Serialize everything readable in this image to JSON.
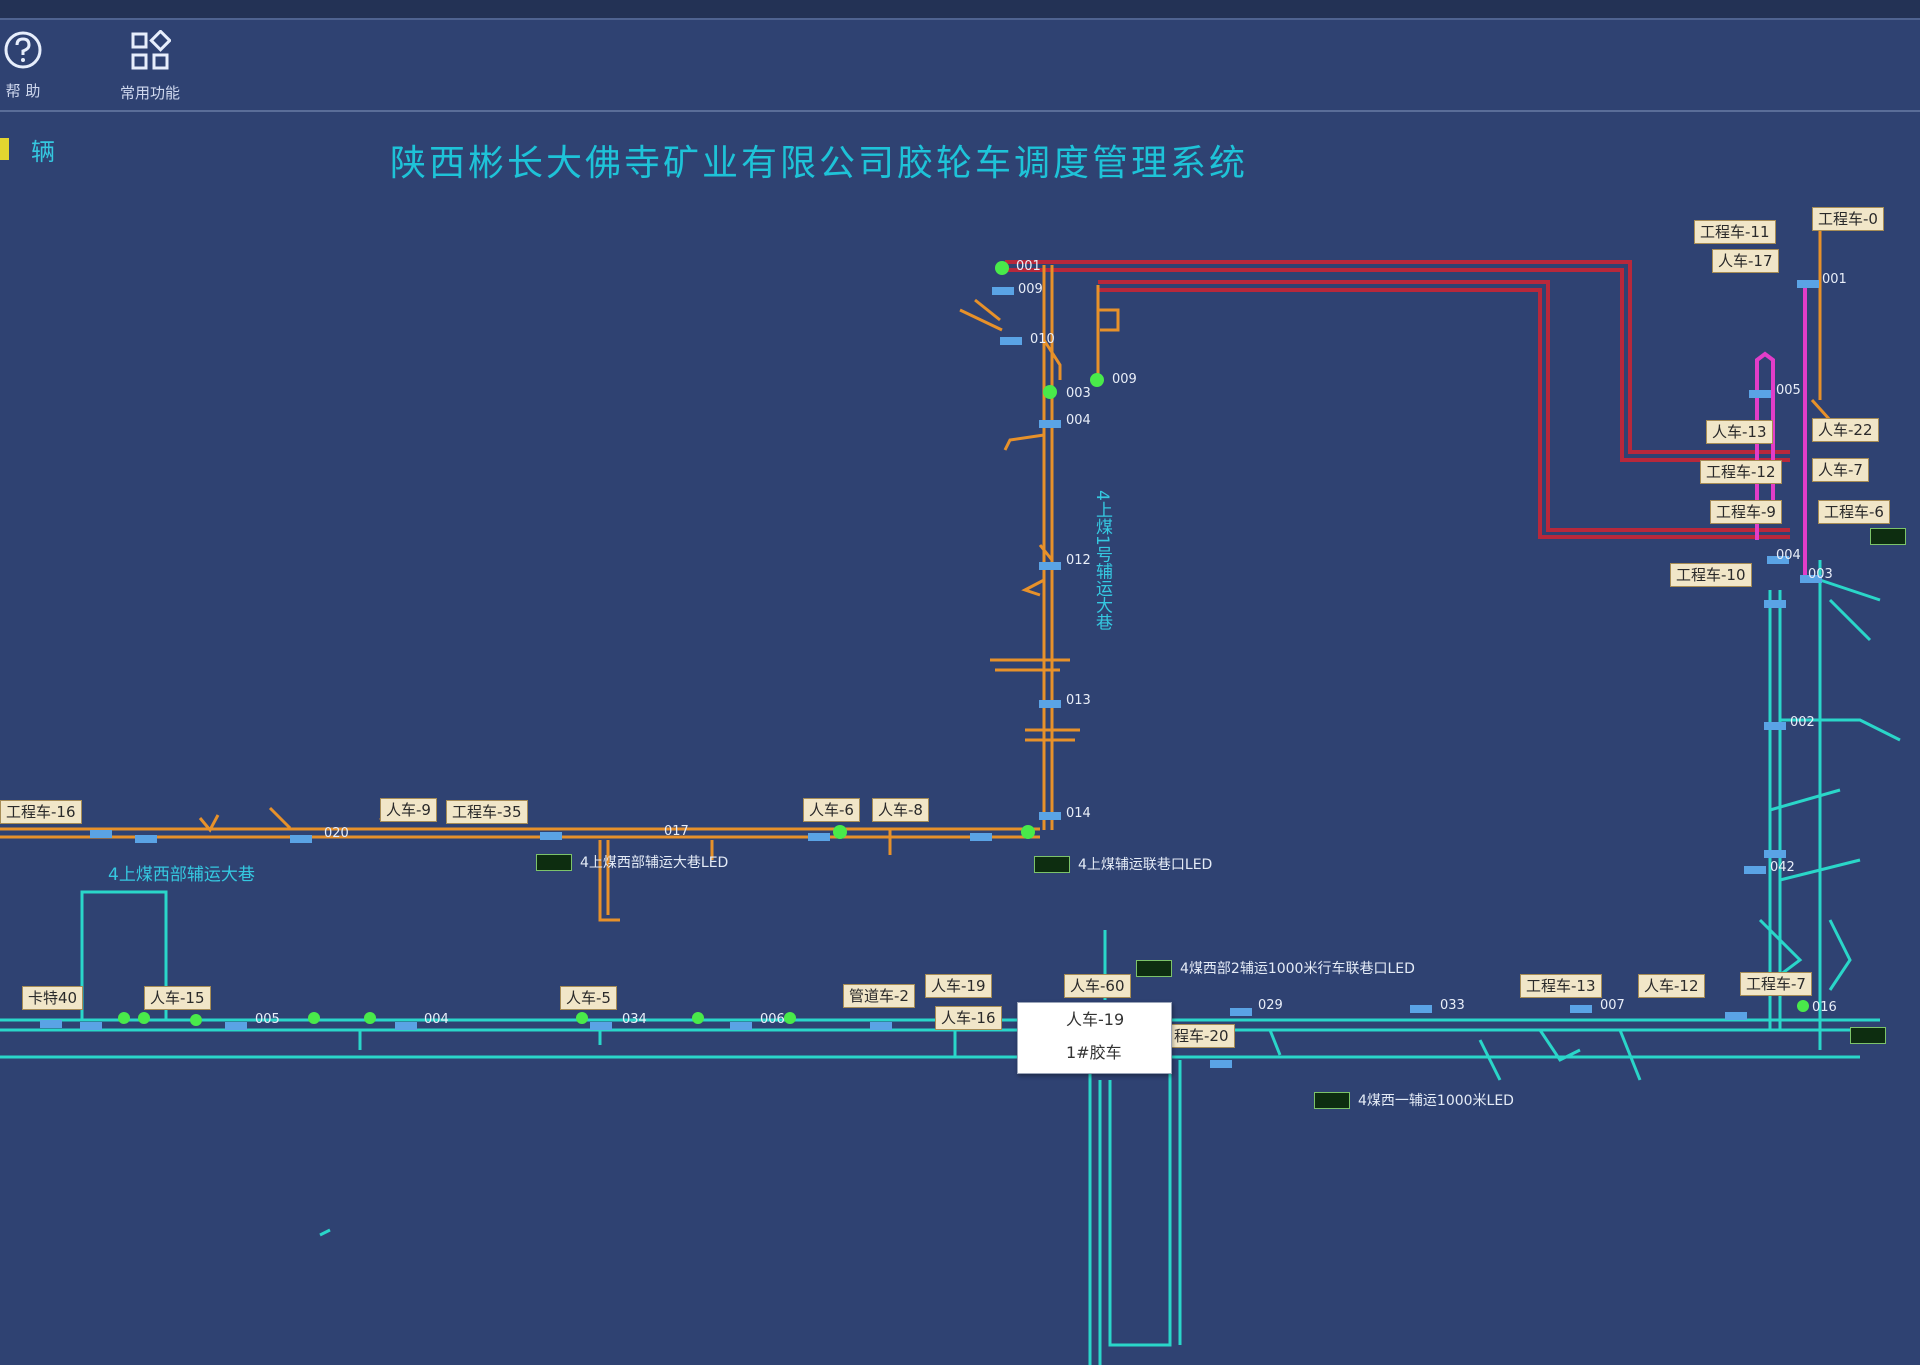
{
  "toolbar": {
    "help_label": "帮 助",
    "common_label": "常用功能"
  },
  "left_label": "辆",
  "title": "陕西彬长大佛寺矿业有限公司胶轮车调度管理系统",
  "map": {
    "vehicle_tags": [
      "工程车-11",
      "工程车-0",
      "人车-17",
      "人车-13",
      "人车-22",
      "工程车-12",
      "人车-7",
      "工程车-9",
      "工程车-6",
      "工程车-10",
      "工程车-16",
      "人车-9",
      "工程车-35",
      "人车-6",
      "人车-8",
      "卡特40",
      "人车-15",
      "人车-5",
      "管道车-2",
      "人车-19",
      "人车-16",
      "人车-60",
      "程车-20",
      "工程车-13",
      "人车-12",
      "工程车-7"
    ],
    "led_labels": [
      "4上煤西部辅运大巷LED",
      "4上煤辅运联巷口LED",
      "4煤西部2辅运1000米行车联巷口LED",
      "4煤西一辅运1000米LED"
    ],
    "node_labels": [
      "001",
      "009",
      "010",
      "003",
      "009",
      "004",
      "012",
      "013",
      "014",
      "001",
      "005",
      "004",
      "003",
      "002",
      "042",
      "020",
      "017",
      "005",
      "004",
      "006",
      "029",
      "033",
      "007",
      "016",
      "034"
    ],
    "road_labels": {
      "west_aux_roadway": "4上煤西部辅运大巷",
      "vertical_aux_roadway": "4上煤1号辅运大巷"
    },
    "popup": {
      "item1": "人车-19",
      "item2": "1#胶车"
    }
  },
  "colors": {
    "background": "#2f4272",
    "title": "#1ec3d8",
    "orange_route": "#e7912a",
    "cyan_route": "#2ad6c9",
    "red_route": "#b8283b",
    "magenta_route": "#e23dc8",
    "node_green": "#49ea4a",
    "tag_bg": "#f1e6c8"
  },
  "icons": [
    "help-icon",
    "grid-icon"
  ]
}
